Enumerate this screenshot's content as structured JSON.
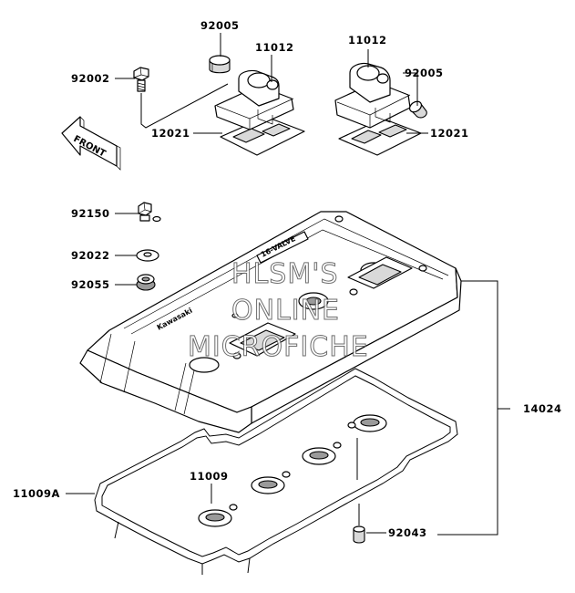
{
  "diagram": {
    "parts": [
      {
        "id": "p92005a",
        "number": "92005"
      },
      {
        "id": "p11012a",
        "number": "11012"
      },
      {
        "id": "p92002",
        "number": "92002"
      },
      {
        "id": "p12021a",
        "number": "12021"
      },
      {
        "id": "p11012b",
        "number": "11012"
      },
      {
        "id": "p92005b",
        "number": "92005"
      },
      {
        "id": "p12021b",
        "number": "12021"
      },
      {
        "id": "p92150",
        "number": "92150"
      },
      {
        "id": "p92022",
        "number": "92022"
      },
      {
        "id": "p92055",
        "number": "92055"
      },
      {
        "id": "p14024",
        "number": "14024"
      },
      {
        "id": "p11009",
        "number": "11009"
      },
      {
        "id": "p11009A",
        "number": "11009A"
      },
      {
        "id": "p92043",
        "number": "92043"
      }
    ],
    "front_arrow": "FRONT",
    "watermark": [
      "HLSM'S",
      "ONLINE",
      "MICROFICHE"
    ],
    "cover_embossing": {
      "brand": "Kawasaki",
      "badge": "16-VALVE"
    }
  }
}
